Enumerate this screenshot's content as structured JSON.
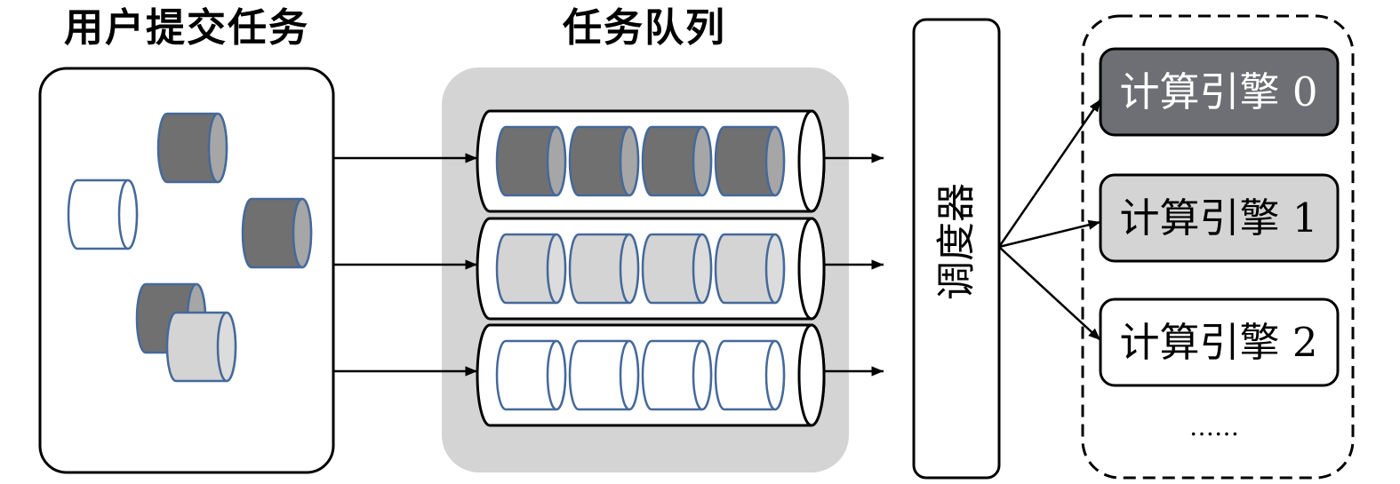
{
  "titles": {
    "user_tasks": "用户提交任务",
    "task_queue": "任务队列"
  },
  "scheduler": {
    "label": "调度器"
  },
  "engines": [
    {
      "label": "计算引擎 0"
    },
    {
      "label": "计算引擎 1"
    },
    {
      "label": "计算引擎 2"
    }
  ],
  "engines_more": "……",
  "colors": {
    "task_outline": "#45699a",
    "queue_panel": "#d4d4d4",
    "engine_0": "#6e6f74",
    "engine_0_text": "#ffffff",
    "engine_1": "#d4d4d4",
    "engine_1_text": "#000000",
    "engine_2": "#ffffff",
    "engine_2_text": "#000000"
  },
  "submitted_tasks": [
    {
      "body": "#707070",
      "cap": "#a6a6a6"
    },
    {
      "body": "#ffffff",
      "cap": "#ffffff"
    },
    {
      "body": "#707070",
      "cap": "#a6a6a6"
    },
    {
      "body": "#707070",
      "cap": "#a6a6a6"
    },
    {
      "body": "#d4d4d4",
      "cap": "#dcdcdc"
    }
  ],
  "queues": [
    {
      "task_count": 4,
      "task_body": "#707070",
      "task_cap": "#a6a6a6"
    },
    {
      "task_count": 4,
      "task_body": "#d4d4d4",
      "task_cap": "#dcdcdc"
    },
    {
      "task_count": 4,
      "task_body": "#ffffff",
      "task_cap": "#ffffff"
    }
  ]
}
